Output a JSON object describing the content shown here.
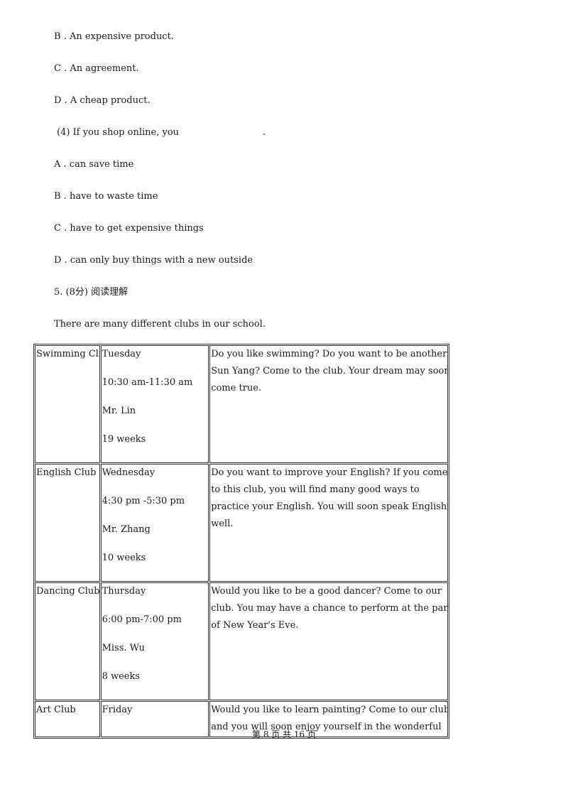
{
  "options_q3": [
    "B . An expensive product.",
    "C . An agreement.",
    "D . A cheap product."
  ],
  "question4": {
    "prompt": "(4) If you shop online, you",
    "end": ".",
    "options": [
      "A . can save time",
      "B . have to waste time",
      "C . have to get expensive things",
      "D . can only buy things with a new outside"
    ]
  },
  "question5": {
    "heading": "5. (8分) 阅读理解",
    "intro": "There are many different clubs in our school."
  },
  "clubs": [
    {
      "name": "Swimming Club",
      "day": "Tuesday",
      "time": "10:30 am-11:30 am",
      "teacher": "Mr. Lin",
      "duration": "19 weeks",
      "description": [
        "Do you like swimming? Do you want to be another",
        "Sun Yang? Come to the club. Your dream may soon",
        "come true."
      ]
    },
    {
      "name": "English Club",
      "day": "Wednesday",
      "time": "4:30 pm -5:30 pm",
      "teacher": "Mr. Zhang",
      "duration": "10 weeks",
      "description": [
        "Do you want to improve your English? If you come",
        "to this club, you will find many good ways to",
        "practice your English. You will soon speak English",
        "well."
      ]
    },
    {
      "name": "Dancing Club",
      "day": "Thursday",
      "time": "6:00 pm-7:00 pm",
      "teacher": "Miss. Wu",
      "duration": "8 weeks",
      "description": [
        "Would you like to be a good dancer? Come to our",
        "club. You may have a chance to perform at the party",
        "of New Year's Eve."
      ]
    },
    {
      "name": "Art Club",
      "day": "Friday",
      "description": [
        "Would you like to learn painting? Come to our club,",
        "and you will soon enjoy yourself in the wonderful"
      ]
    }
  ],
  "footer": "第 8 页 共 16 页"
}
